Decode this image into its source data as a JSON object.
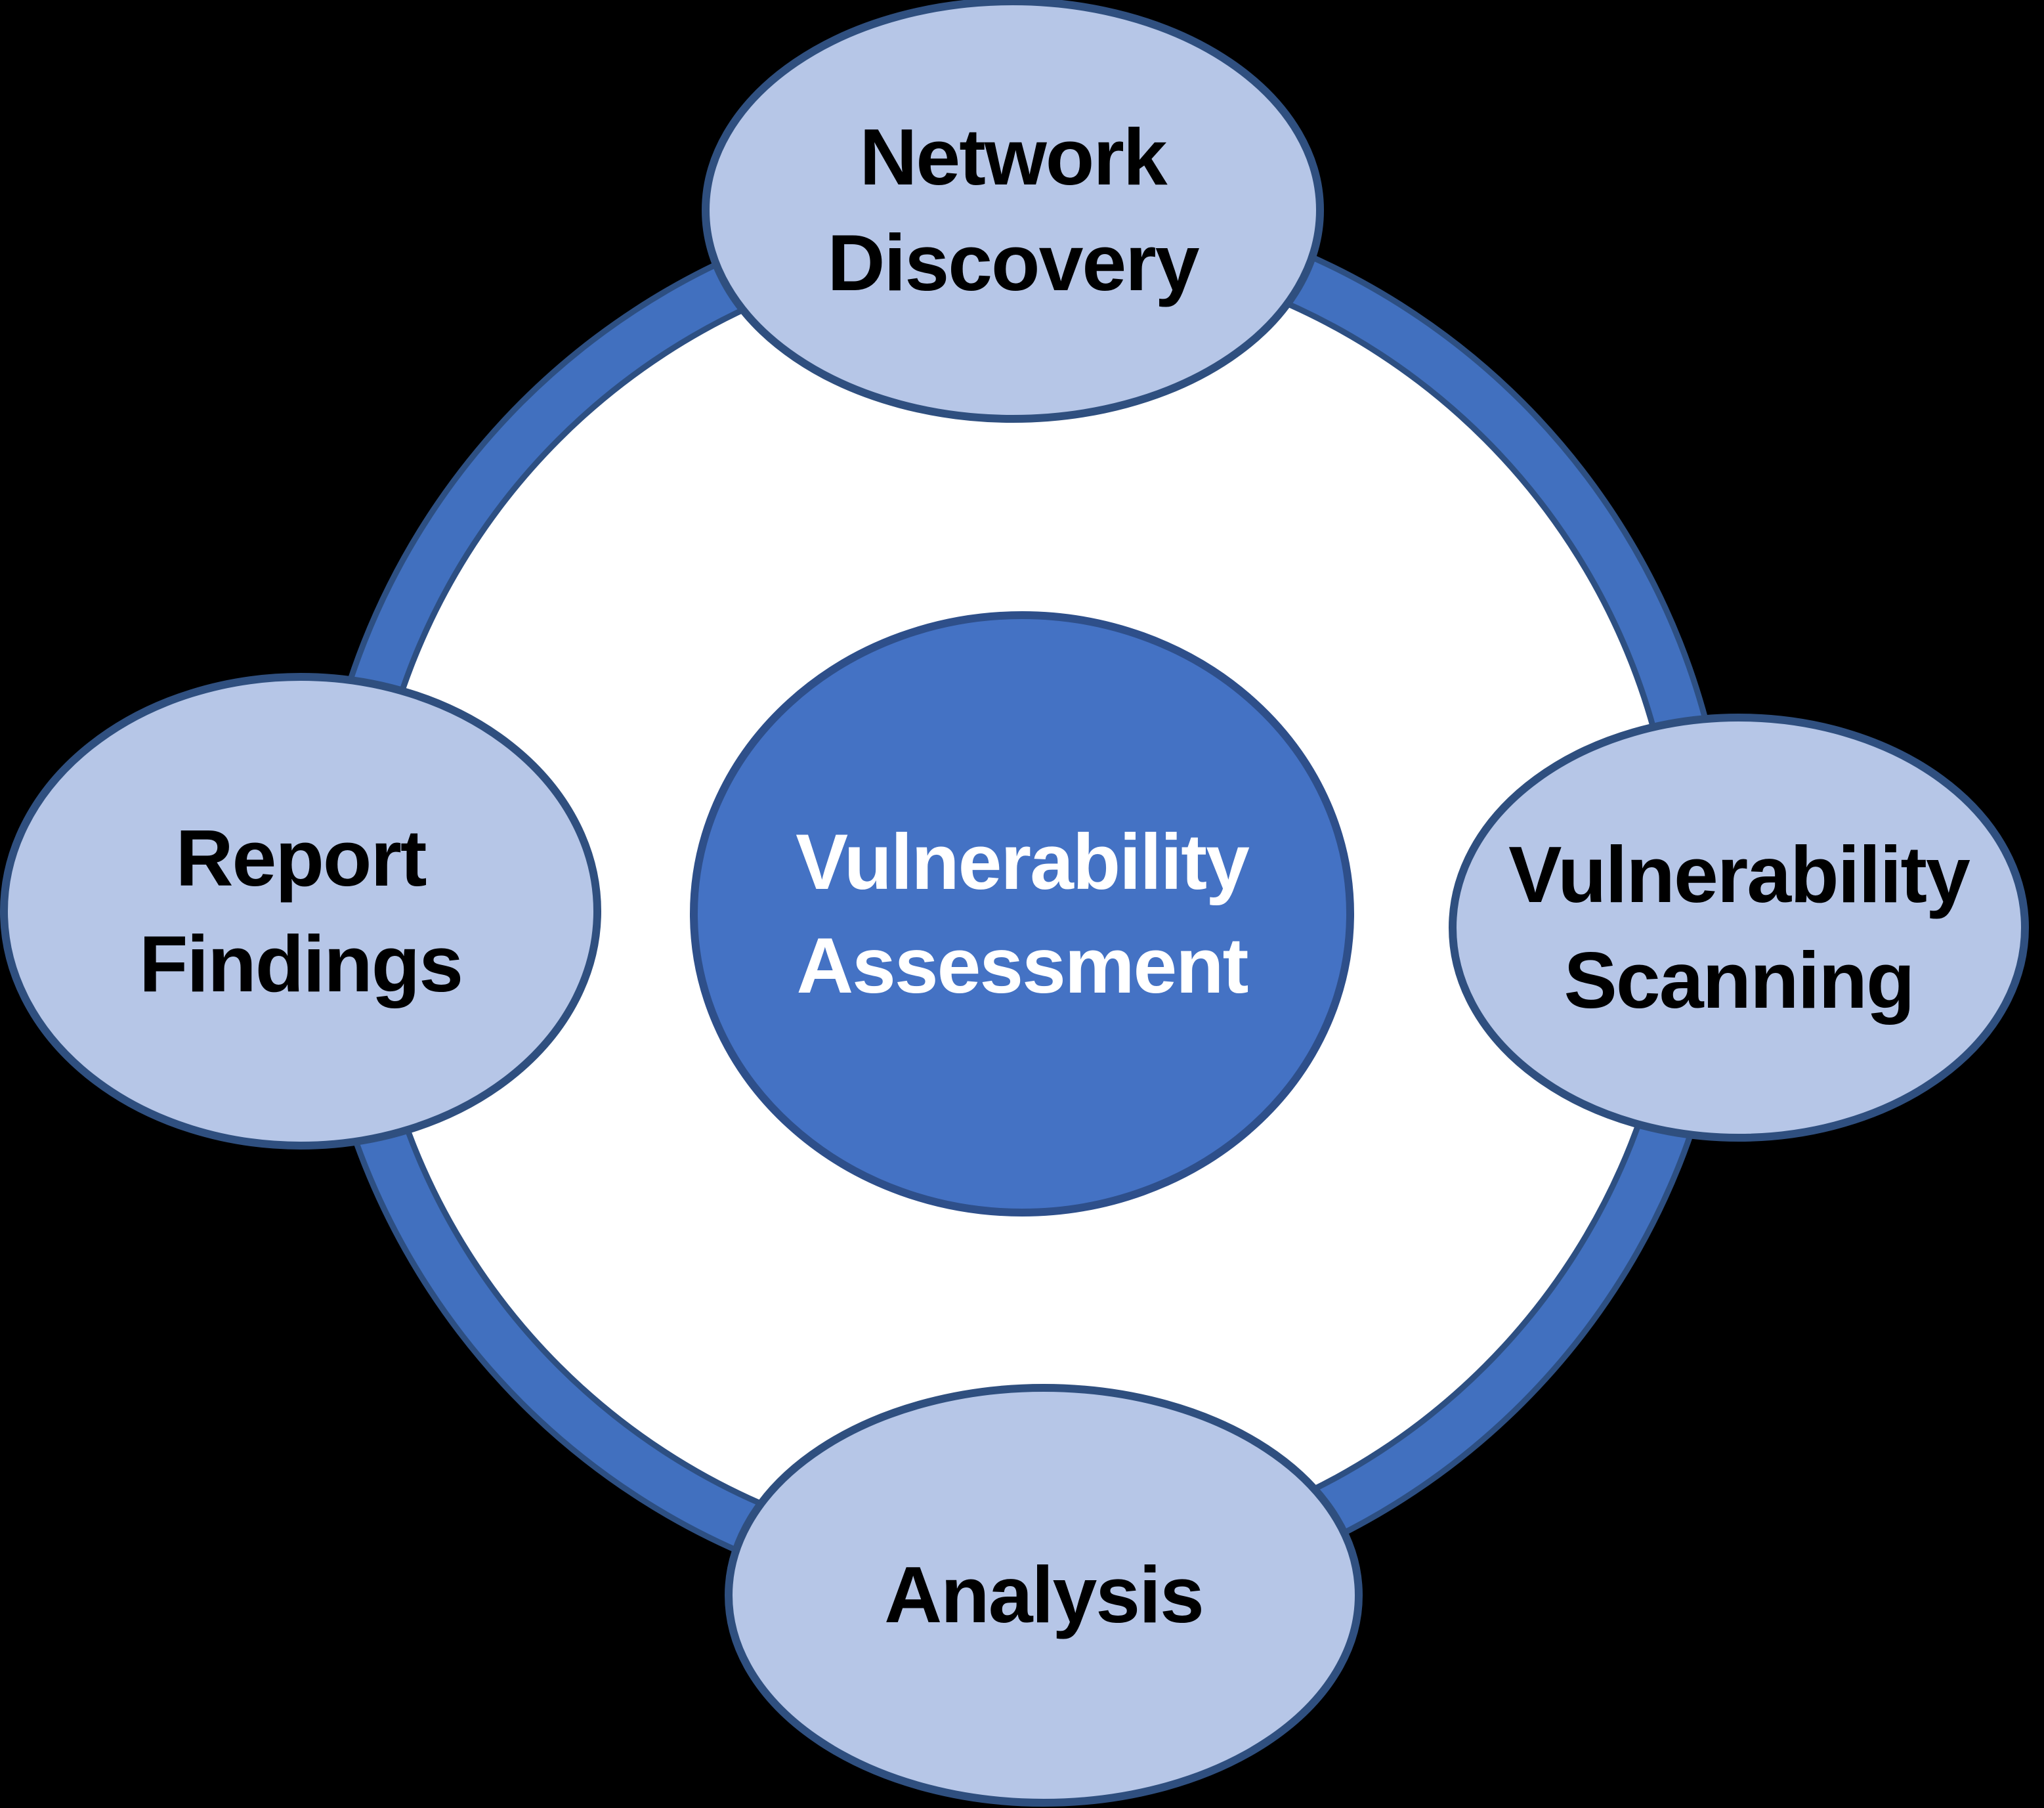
{
  "diagram": {
    "center": {
      "id": "vulnerability-assessment",
      "label": "Vulnerability Assessment",
      "lines": [
        "Vulnerability",
        "Assessment"
      ]
    },
    "nodes": [
      {
        "id": "network-discovery",
        "label": "Network Discovery",
        "lines": [
          "Network",
          "Discovery"
        ],
        "position": "top"
      },
      {
        "id": "vulnerability-scanning",
        "label": "Vulnerability Scanning",
        "lines": [
          "Vulnerability",
          "Scanning"
        ],
        "position": "right"
      },
      {
        "id": "analysis",
        "label": "Analysis",
        "lines": [
          "Analysis"
        ],
        "position": "bottom"
      },
      {
        "id": "report-findings",
        "label": "Report Findings",
        "lines": [
          "Report",
          "Findings"
        ],
        "position": "left"
      }
    ],
    "colors": {
      "background": "#000000",
      "ring_band_fill": "#4170bf",
      "ring_edge_stroke": "#2d4f82",
      "ring_interior": "#ffffff",
      "node_fill": "#b6c6e7",
      "node_border": "#2f4f7f",
      "center_fill": "#4472c4",
      "center_border": "#2e4f8a",
      "node_text": "#000000",
      "center_text": "#ffffff"
    }
  }
}
